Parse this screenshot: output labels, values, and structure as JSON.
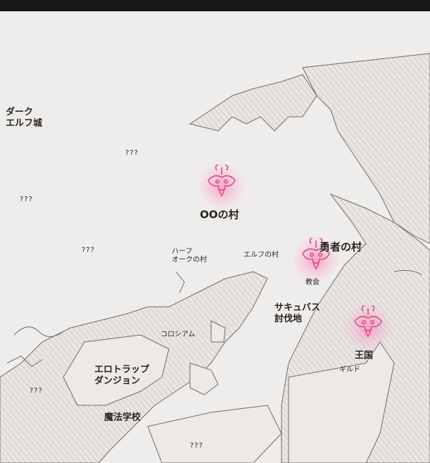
{
  "colors": {
    "background": "#efedeb",
    "land_hatch": "#bdb8b3",
    "coast": "#6f6a66",
    "marker": "#e0488c",
    "text": "#262220",
    "top_bar": "#181818"
  },
  "map": {
    "labels": {
      "dark_elf_castle": "ダーク\nエルフ城",
      "unknown_1": "???",
      "unknown_2": "???",
      "unknown_3": "???",
      "unknown_4": "???",
      "unknown_5": "???",
      "village_oo": "OOの村",
      "half_orc_village": "ハーフ\nオークの村",
      "elf_village": "エルフの村",
      "hero_village": "勇者の村",
      "church": "教会",
      "succubus_area": "サキュバス\n討伐地",
      "colosseum": "コロシアム",
      "erotrap_dungeon": "エロトラップ\nダンジョン",
      "kingdom": "王国",
      "guild": "ギルド",
      "magic_school": "魔法学校"
    },
    "markers": [
      {
        "name": "village-oo-marker",
        "icon": "demon-crest-icon"
      },
      {
        "name": "hero-village-marker",
        "icon": "demon-crest-icon"
      },
      {
        "name": "kingdom-marker",
        "icon": "demon-crest-icon"
      }
    ]
  }
}
